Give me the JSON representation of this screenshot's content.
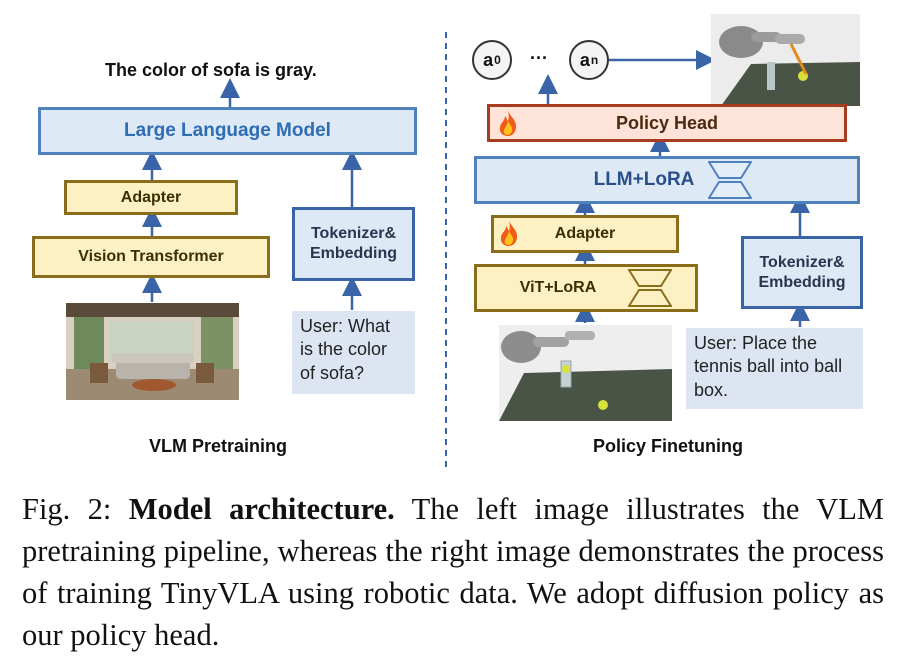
{
  "left": {
    "output_text": "The color of sofa is gray.",
    "llm_label": "Large Language Model",
    "adapter_label": "Adapter",
    "vit_label": "Vision Transformer",
    "tokenizer_label": "Tokenizer& Embedding",
    "query_text": "User: What is the color of sofa?",
    "section_title": "VLM Pretraining"
  },
  "right": {
    "action_first": "a",
    "action_first_sup": "0",
    "ellipsis": "···",
    "action_last": "a",
    "action_last_sup": "n",
    "policy_head_label": "Policy Head",
    "llm_lora_label": "LLM+LoRA",
    "adapter_label": "Adapter",
    "vit_lora_label": "ViT+LoRA",
    "tokenizer_label": "Tokenizer& Embedding",
    "query_text": "User: Place the tennis ball into ball box.",
    "section_title": "Policy Finetuning"
  },
  "caption": {
    "fig_label": "Fig. 2:",
    "bold_title": "Model architecture.",
    "body": "The left image illustrates the VLM pretraining pipeline, whereas the right image demonstrates the process of training TinyVLA using robotic data. We adopt diffusion policy as our policy head."
  },
  "icons": [
    "flame-icon",
    "lora-bottleneck-icon",
    "arrow-up-icon",
    "arrow-right-icon"
  ],
  "colors": {
    "blue_border": "#4f81bd",
    "blue_fill": "#dde9f4",
    "yellow_border": "#8a6d1a",
    "yellow_fill": "#fdf1c4",
    "policy_border": "#a83c20",
    "policy_fill": "#fde3d8",
    "divider": "#3a63a8"
  }
}
